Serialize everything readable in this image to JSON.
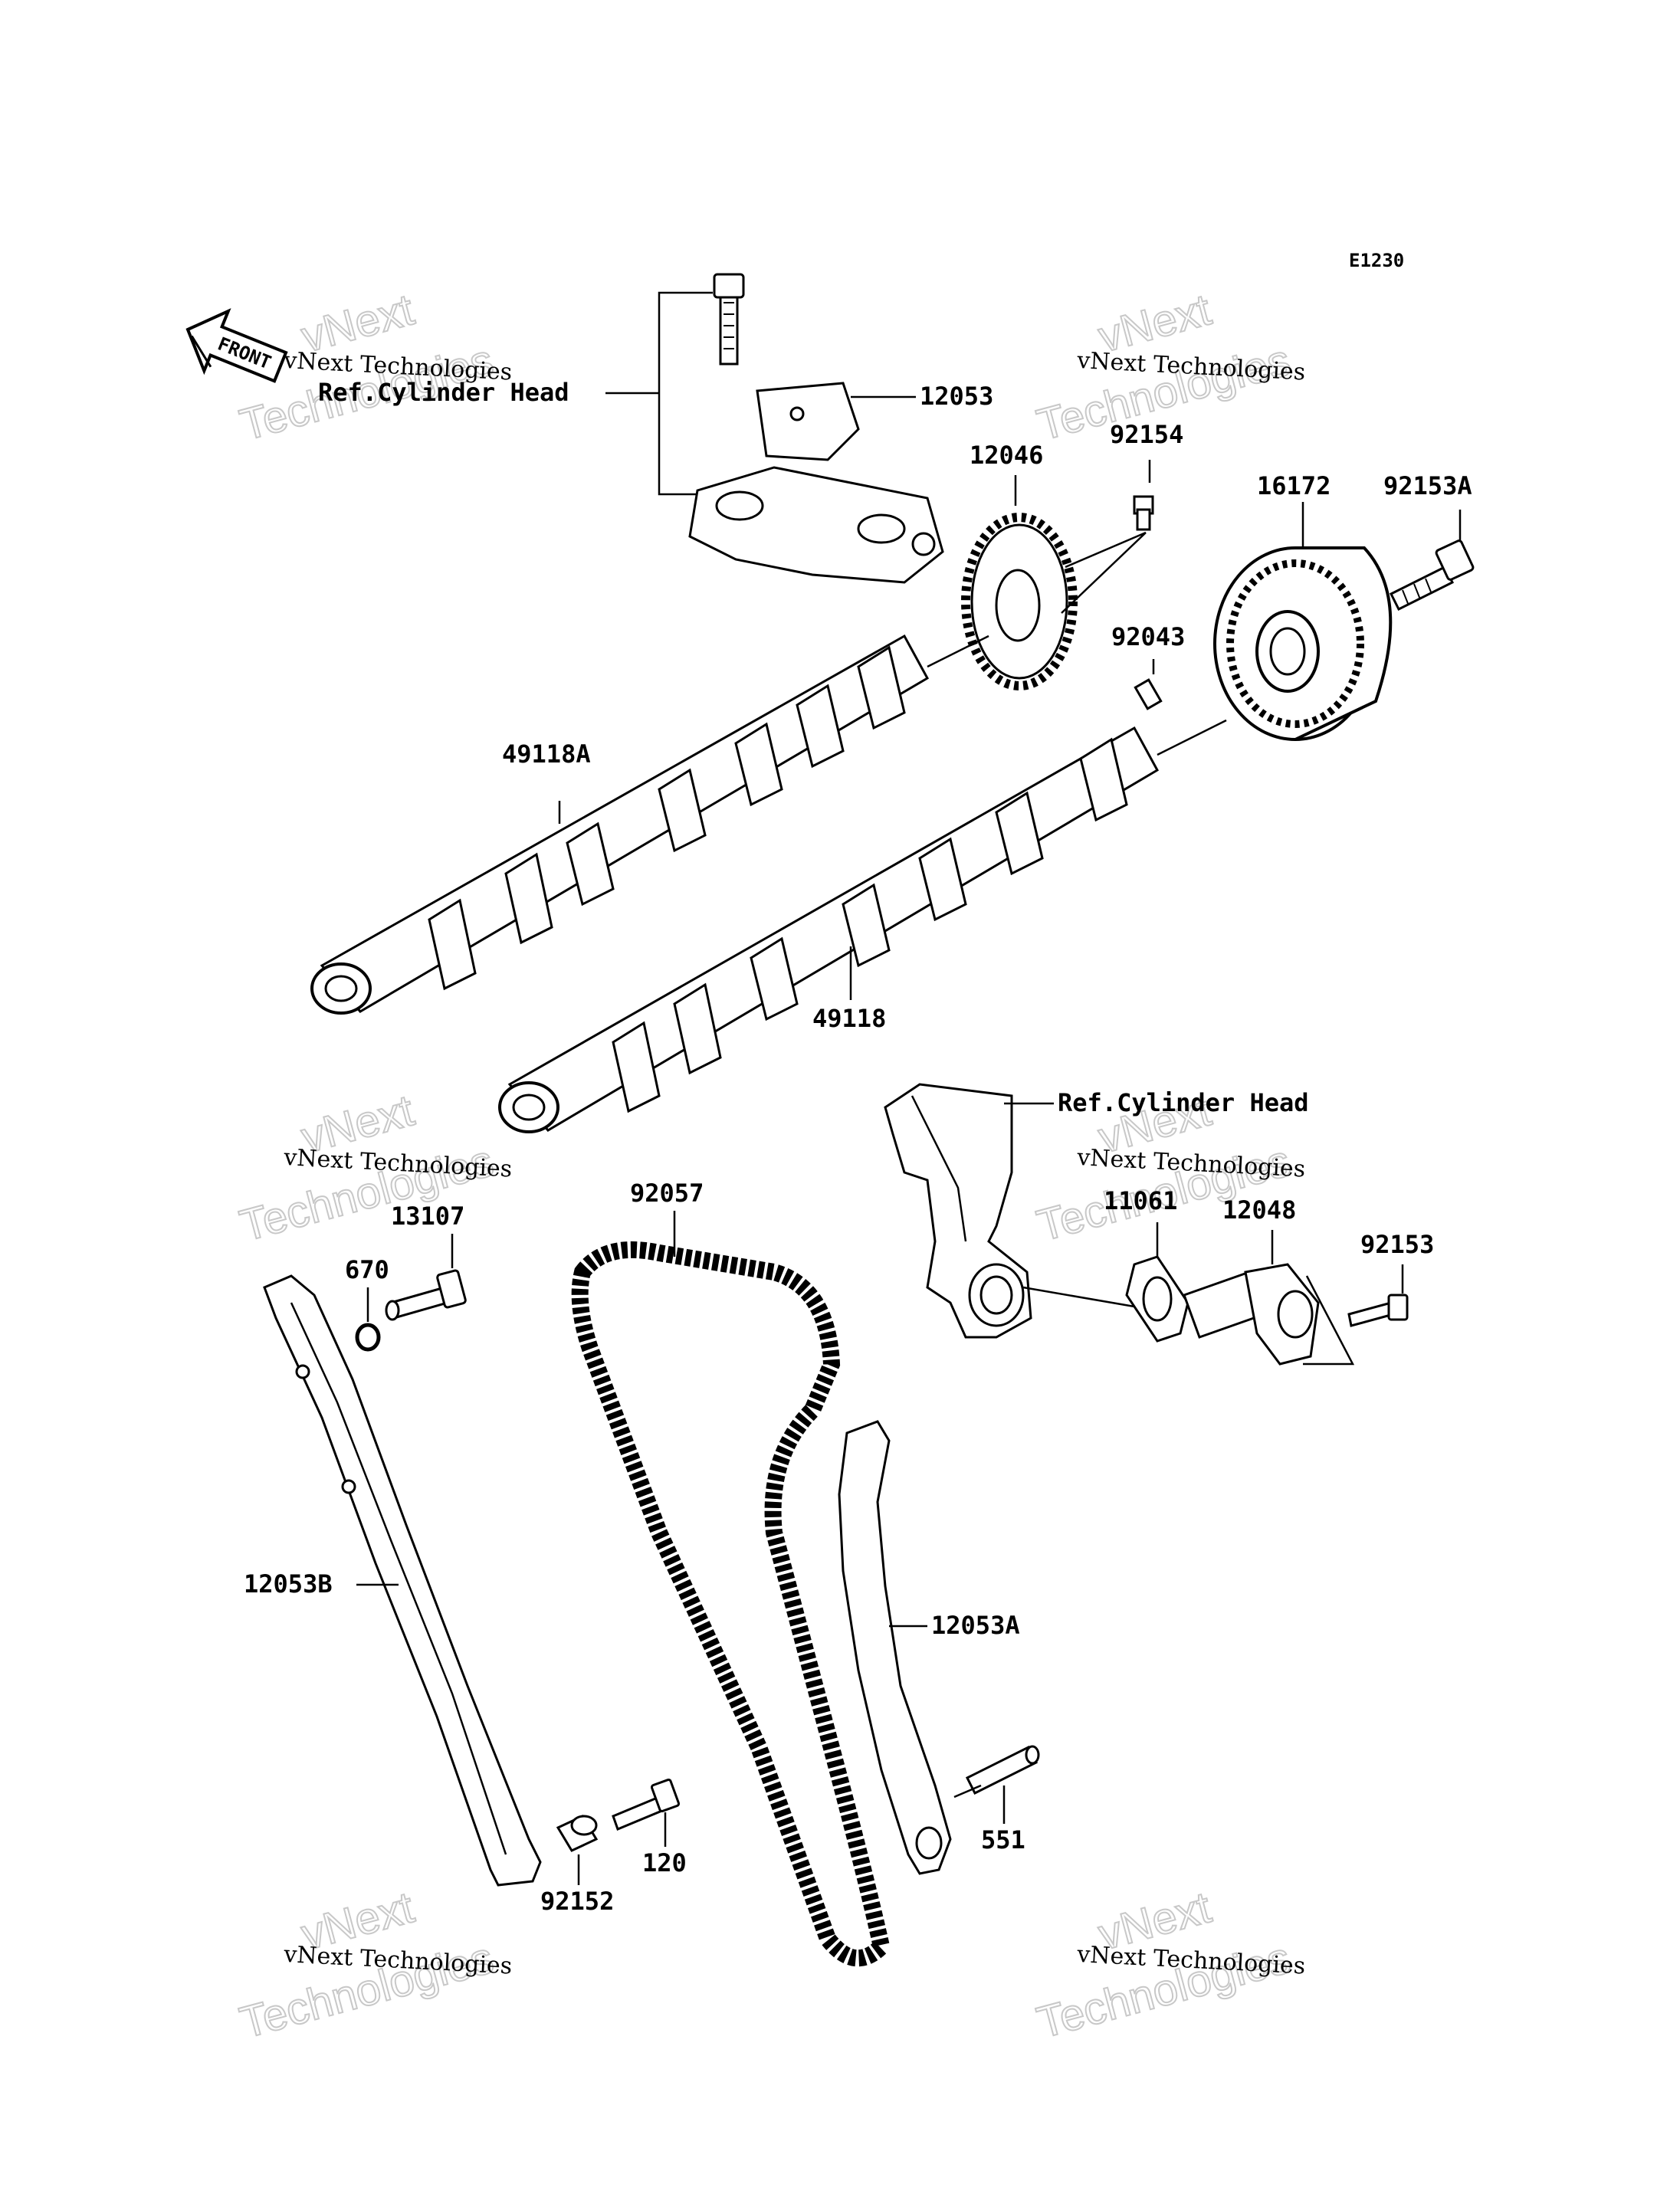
{
  "diagram_code": "E1230",
  "front_arrow_label": "FRONT",
  "labels": {
    "p12053": "12053",
    "ref_top": "Ref.Cylinder Head",
    "p12046": "12046",
    "p92154": "92154",
    "p16172": "16172",
    "p92153A": "92153A",
    "p92043": "92043",
    "p49118A": "49118A",
    "p49118": "49118",
    "ref_mid": "Ref.Cylinder Head",
    "p11061": "11061",
    "p12048": "12048",
    "p92153": "92153",
    "p92057": "92057",
    "p13107": "13107",
    "p670": "670",
    "p12053B": "12053B",
    "p12053A": "12053A",
    "p551": "551",
    "p120": "120",
    "p92152": "92152"
  },
  "watermark": {
    "line_small": "vNext Technologies",
    "line_large_1": "vNext",
    "line_large_2": "Technologies"
  }
}
